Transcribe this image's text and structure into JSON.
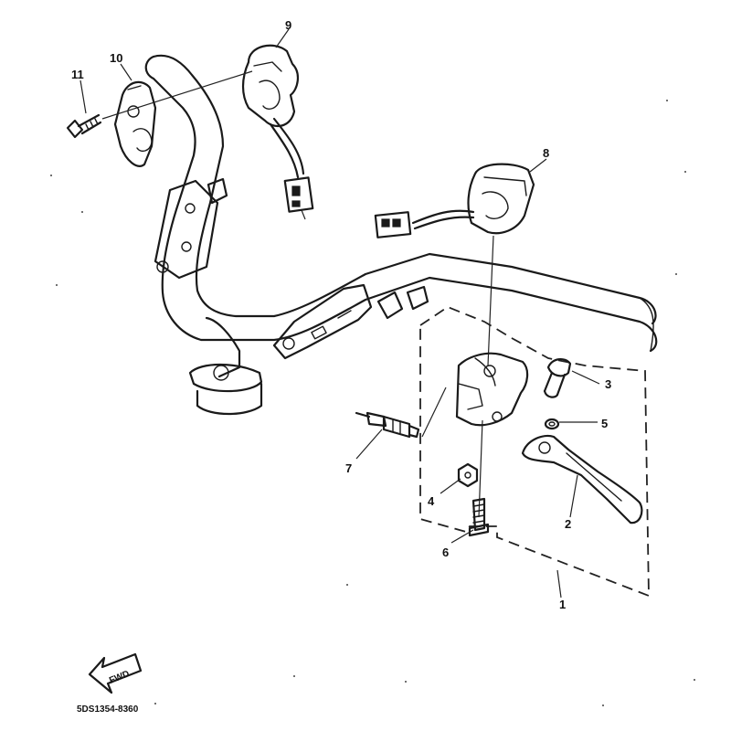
{
  "callouts": {
    "c1": "1",
    "c2": "2",
    "c3": "3",
    "c4": "4",
    "c5": "5",
    "c6": "6",
    "c7": "7",
    "c8": "8",
    "c9": "9",
    "c10": "10",
    "c11": "11"
  },
  "fwd_label": "FWD",
  "diagram_code": "5DS1354-8360"
}
